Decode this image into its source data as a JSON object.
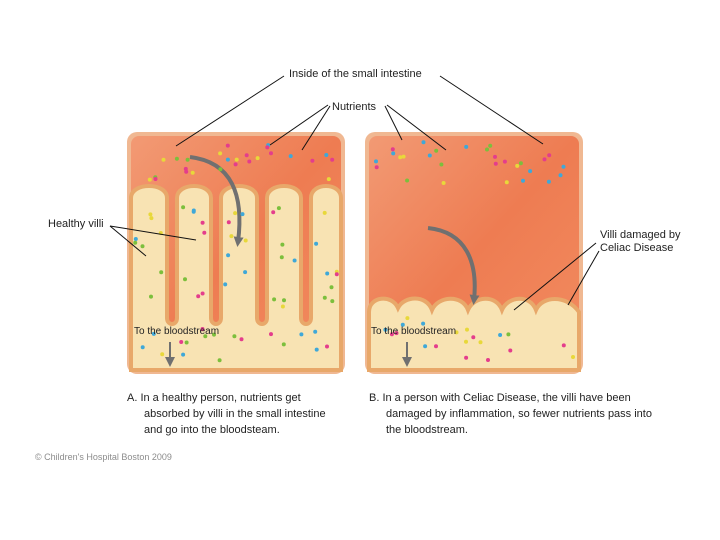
{
  "labels": {
    "inside_intestine": "Inside of the small intestine",
    "nutrients": "Nutrients",
    "healthy_villi": "Healthy villi",
    "damaged_villi_line1": "Villi damaged by",
    "damaged_villi_line2": "Celiac Disease",
    "to_bloodstream_left": "To the bloodstream",
    "to_bloodstream_right": "To the bloodstream"
  },
  "captions": {
    "a": {
      "line1": "A.   In a healthy person, nutrients get",
      "line2": "absorbed by villi in the small intestine",
      "line3": "and go into the bloodsteam."
    },
    "b": {
      "line1": "B.   In a person with Celiac Disease, the villi have been",
      "line2": "damaged by inflammation, so fewer nutrients pass into",
      "line3": "the bloodstream."
    }
  },
  "copyright": "© Children's Hospital Boston 2009",
  "colors": {
    "tissue": "#f0b892",
    "lumen_top": "#f08a62",
    "lumen_mid": "#ee7a50",
    "villus_fill": "#f8e3b3",
    "villus_border": "#e8a86a",
    "arrow": "#707070",
    "nutrient_pink": "#e43d8c",
    "nutrient_blue": "#3fa8d8",
    "nutrient_green": "#7cbf3c",
    "nutrient_yellow": "#e8d83a"
  }
}
